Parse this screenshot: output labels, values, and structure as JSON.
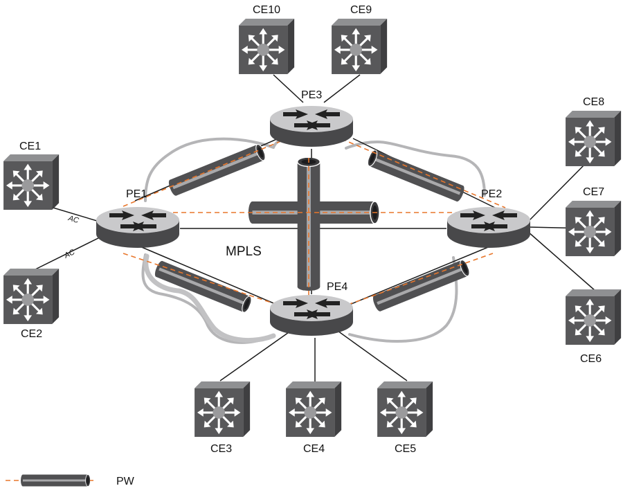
{
  "diagram": {
    "cloud_label": "MPLS",
    "attachment_label": "AC",
    "legend": {
      "label": "PW"
    },
    "pe_routers": [
      {
        "id": "pe1",
        "label": "PE1"
      },
      {
        "id": "pe2",
        "label": "PE2"
      },
      {
        "id": "pe3",
        "label": "PE3"
      },
      {
        "id": "pe4",
        "label": "PE4"
      }
    ],
    "ce_switches": [
      {
        "id": "ce1",
        "label": "CE1",
        "attached_to": "pe1"
      },
      {
        "id": "ce2",
        "label": "CE2",
        "attached_to": "pe1"
      },
      {
        "id": "ce3",
        "label": "CE3",
        "attached_to": "pe4"
      },
      {
        "id": "ce4",
        "label": "CE4",
        "attached_to": "pe4"
      },
      {
        "id": "ce5",
        "label": "CE5",
        "attached_to": "pe4"
      },
      {
        "id": "ce6",
        "label": "CE6",
        "attached_to": "pe2"
      },
      {
        "id": "ce7",
        "label": "CE7",
        "attached_to": "pe2"
      },
      {
        "id": "ce8",
        "label": "CE8",
        "attached_to": "pe2"
      },
      {
        "id": "ce9",
        "label": "CE9",
        "attached_to": "pe3"
      },
      {
        "id": "ce10",
        "label": "CE10",
        "attached_to": "pe3"
      }
    ],
    "pseudowires": [
      {
        "from": "pe1",
        "to": "pe3"
      },
      {
        "from": "pe3",
        "to": "pe2"
      },
      {
        "from": "pe1",
        "to": "pe2"
      },
      {
        "from": "pe3",
        "to": "pe4"
      },
      {
        "from": "pe1",
        "to": "pe4"
      },
      {
        "from": "pe4",
        "to": "pe2"
      }
    ],
    "colors": {
      "device_body": "#58585a",
      "device_side": "#3f3f41",
      "device_top": "#8f9092",
      "router_top": "#c9c9cb",
      "tunnel_body": "#505052",
      "tunnel_stripe": "#a9a9ab",
      "pw_dash": "#e8762b",
      "cloud_outline": "#b5b5b7",
      "link": "#1a1a1a"
    }
  }
}
